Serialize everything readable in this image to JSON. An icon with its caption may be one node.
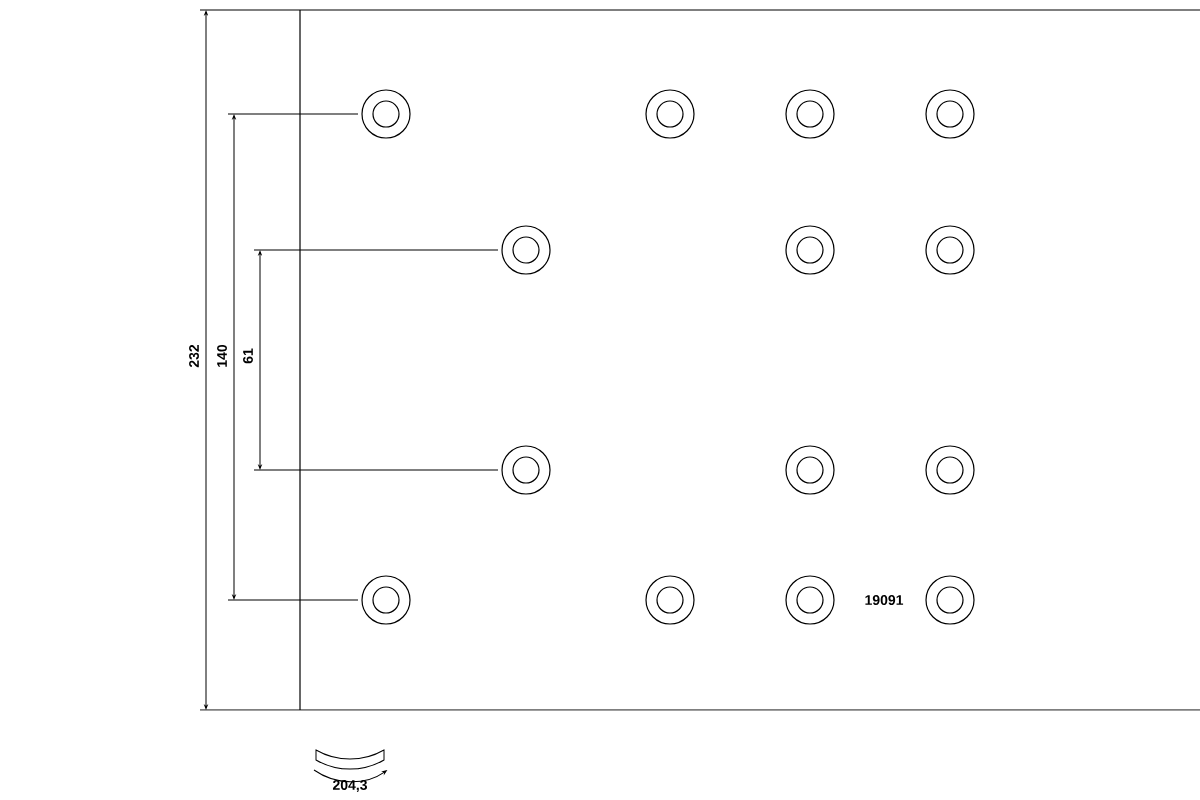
{
  "diagram": {
    "labels": [
      "232",
      "140",
      "61",
      "19091",
      "204,3"
    ]
  }
}
